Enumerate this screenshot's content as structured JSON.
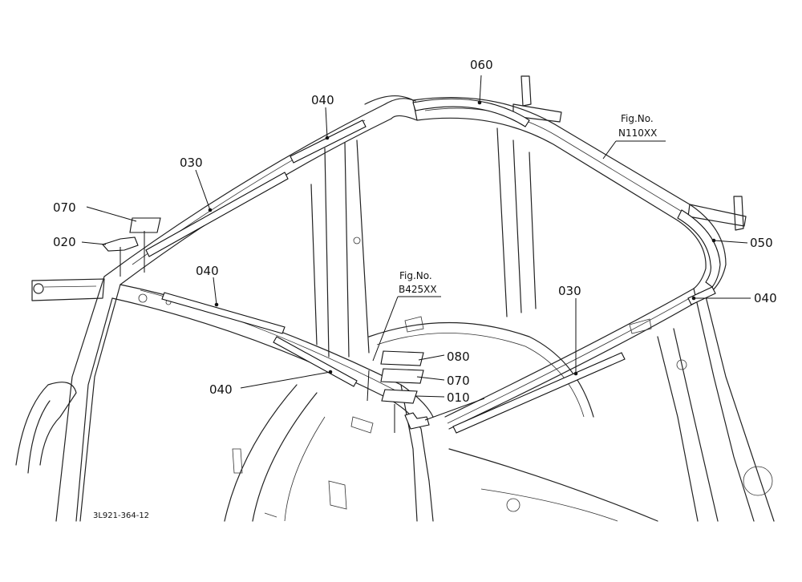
{
  "callouts": {
    "c060": "060",
    "c040_top": "040",
    "c030_left": "030",
    "c070_left": "070",
    "c020": "020",
    "c040_mid": "040",
    "c040_low": "040",
    "c050": "050",
    "c040_right": "040",
    "c030_right": "030",
    "c080": "080",
    "c070_center": "070",
    "c010": "010"
  },
  "references": {
    "fig1_title": "Fig.No.",
    "fig1_number": "N110XX",
    "fig2_title": "Fig.No.",
    "fig2_number": "B425XX"
  },
  "drawing_code": "3L921-364-12"
}
